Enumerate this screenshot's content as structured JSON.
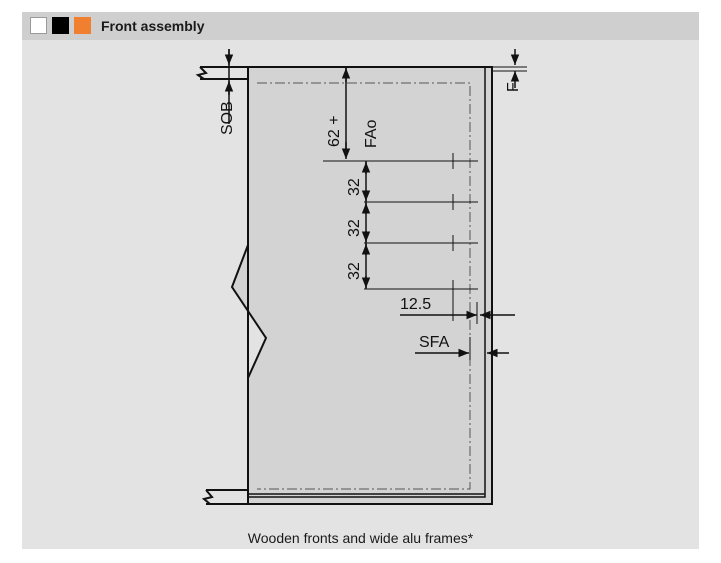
{
  "header": {
    "title": "Front assembly",
    "swatches": [
      {
        "name": "white",
        "color": "#ffffff"
      },
      {
        "name": "black",
        "color": "#000000"
      },
      {
        "name": "orange",
        "color": "#f08030"
      }
    ]
  },
  "diagram": {
    "labels": {
      "sob": "SOB",
      "f": "F",
      "fao_line1": "62 +",
      "fao_line2": "FAo",
      "dim_32_a": "32",
      "dim_32_b": "32",
      "dim_32_c": "32",
      "dim_12_5": "12.5",
      "sfa": "SFA"
    }
  },
  "caption": "Wooden fronts and wide alu frames*"
}
